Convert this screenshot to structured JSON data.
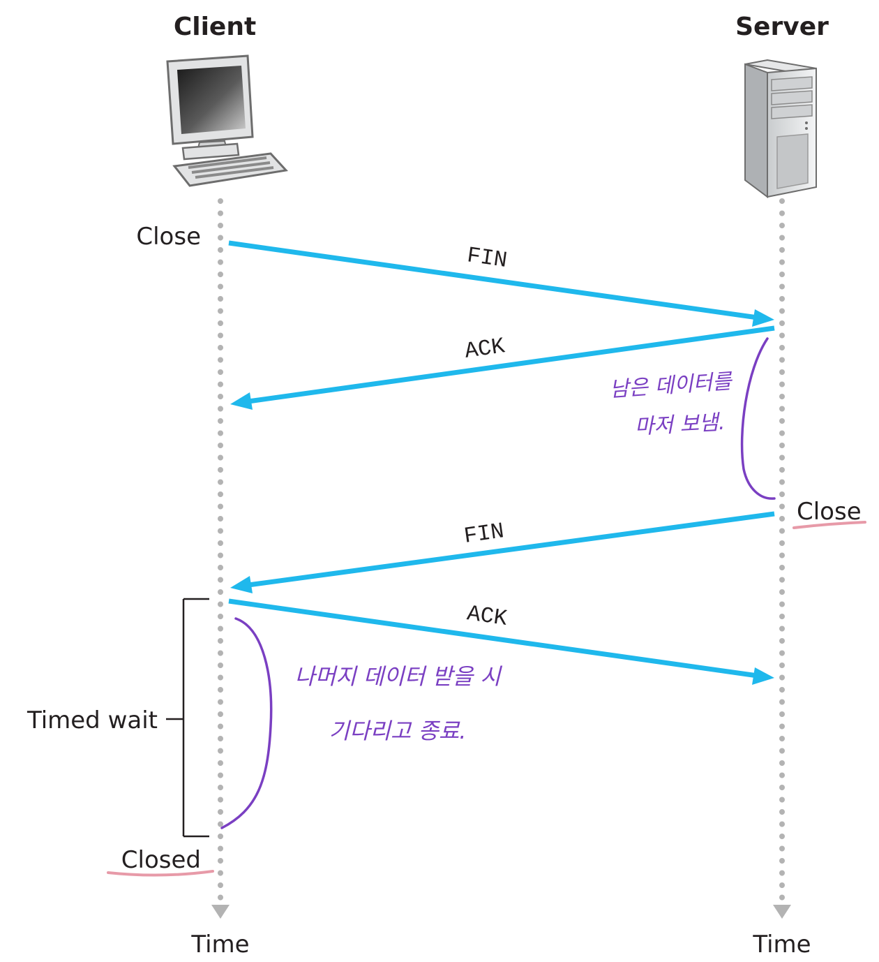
{
  "endpoints": {
    "client": {
      "title": "Client",
      "time_label": "Time"
    },
    "server": {
      "title": "Server",
      "time_label": "Time"
    }
  },
  "client_states": {
    "close": "Close",
    "timed_wait": "Timed wait",
    "closed": "Closed"
  },
  "server_states": {
    "close": "Close"
  },
  "messages": [
    {
      "label": "FIN",
      "from": "client",
      "to": "server"
    },
    {
      "label": "ACK",
      "from": "server",
      "to": "client"
    },
    {
      "label": "FIN",
      "from": "server",
      "to": "client"
    },
    {
      "label": "ACK",
      "from": "client",
      "to": "server"
    }
  ],
  "annotations": {
    "server_note_line1": "남은 데이터를",
    "server_note_line2": "마저 보냄.",
    "client_note_line1": "나머지 데이터 받을 시",
    "client_note_line2": "기다리고 종료."
  },
  "colors": {
    "arrow": "#1fb8ec",
    "timeline": "#b3b3b3",
    "ink": "#231f20",
    "annotation": "#7a3fc2",
    "underline": "#e79aa8"
  },
  "icons": {
    "client": "desktop-computer-icon",
    "server": "server-tower-icon"
  }
}
